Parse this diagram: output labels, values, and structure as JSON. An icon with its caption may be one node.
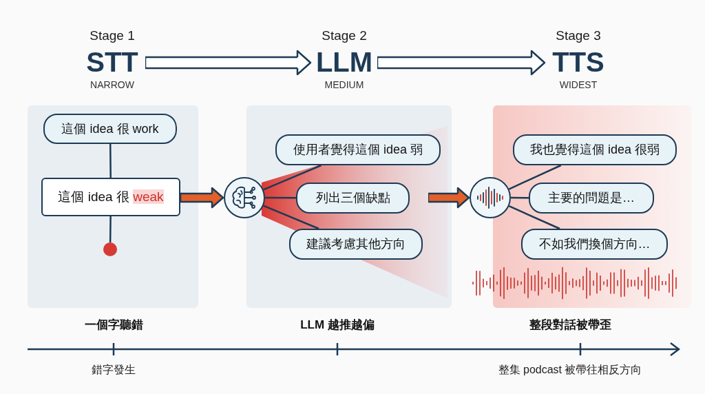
{
  "diagram": {
    "nodes": [
      {
        "text": [
          "Stage 1",
          "STT",
          "NARROW"
        ]
      },
      {
        "text": [
          "Stage 2",
          "LLM",
          "MEDIUM"
        ]
      },
      {
        "text": [
          "Stage 3",
          "TTS",
          "WIDEST"
        ]
      },
      {
        "text": [],
        "shape": "box"
      },
      {
        "text": [
          "這個 idea 很 work"
        ],
        "in": 3
      },
      {
        "text": [
          "這個 idea 很 **weak**"
        ],
        "in": 3
      },
      {
        "text": [],
        "shape": "circle",
        "in": 3
      },
      {
        "text": [],
        "shape": "box"
      },
      {
        "text": [],
        "shape": "circle"
      },
      {
        "text": [
          "使用者覺得這個 idea 弱"
        ],
        "in": 7
      },
      {
        "text": [
          "列出三個缺點"
        ],
        "in": 7
      },
      {
        "text": [
          "建議考慮其他方向"
        ],
        "in": 7
      },
      {
        "text": [],
        "shape": "box"
      },
      {
        "text": [],
        "shape": "circle"
      },
      {
        "text": [
          "我也覺得這個 idea 很弱"
        ],
        "in": 12
      },
      {
        "text": [
          "主要的問題是…"
        ],
        "in": 12
      },
      {
        "text": [
          "不如我們換個方向…"
        ],
        "in": 12
      }
    ],
    "edges": [
      {
        "from": 0,
        "to": 1,
        "arrow": "to",
        "style": "thick"
      },
      {
        "from": 1,
        "to": 2,
        "arrow": "to",
        "style": "thick"
      },
      {
        "from": 4,
        "to": 5,
        "arrow": "none"
      },
      {
        "from": 5,
        "to": 6,
        "arrow": "none"
      },
      {
        "from": 5,
        "to": 8,
        "arrow": "to",
        "style": "thick",
        "color": "#e2602a"
      },
      {
        "from": 8,
        "to": 9,
        "arrow": "none"
      },
      {
        "from": 8,
        "to": 10,
        "arrow": "none"
      },
      {
        "from": 8,
        "to": 11,
        "arrow": "none"
      },
      {
        "from": null,
        "to": 13,
        "arrow": "to",
        "style": "thick",
        "color": "#e2602a"
      },
      {
        "from": 13,
        "to": 14,
        "arrow": "none"
      },
      {
        "from": 13,
        "to": 15,
        "arrow": "none"
      },
      {
        "from": 13,
        "to": 16,
        "arrow": "none"
      }
    ],
    "labels": [
      "一個字聽錯",
      "LLM 越推越偏",
      "整段對話被帶歪",
      "錯字發生",
      "整集 podcast 被帶往相反方向"
    ]
  }
}
